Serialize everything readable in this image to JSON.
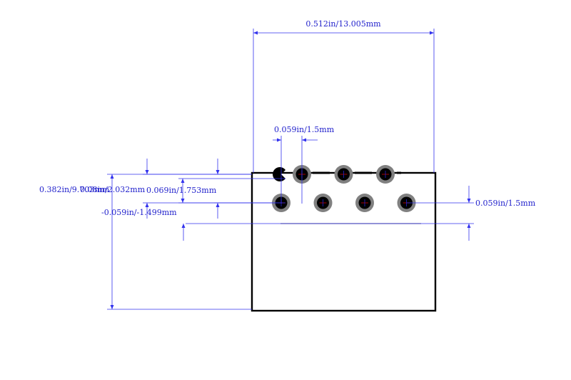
{
  "dimensions": {
    "overall_width": "0.512in/13.005mm",
    "pin_pitch": "0.059in/1.5mm",
    "overall_height": "0.382in/9.703mm",
    "row_pitch": "0.08in/2.032mm",
    "pad_offset": "0.069in/1.753mm",
    "pin1_offset": "-0.059in/-1.499mm",
    "pad_dia": "0.059in/1.5mm"
  },
  "colors": {
    "dimension": "#3333ee",
    "outline": "#000000",
    "pad_ring": "#808080",
    "pad_hole": "#000000",
    "center_mark": "#cc0000"
  },
  "pins": {
    "top_row_count": 3,
    "bottom_row_count": 4
  }
}
